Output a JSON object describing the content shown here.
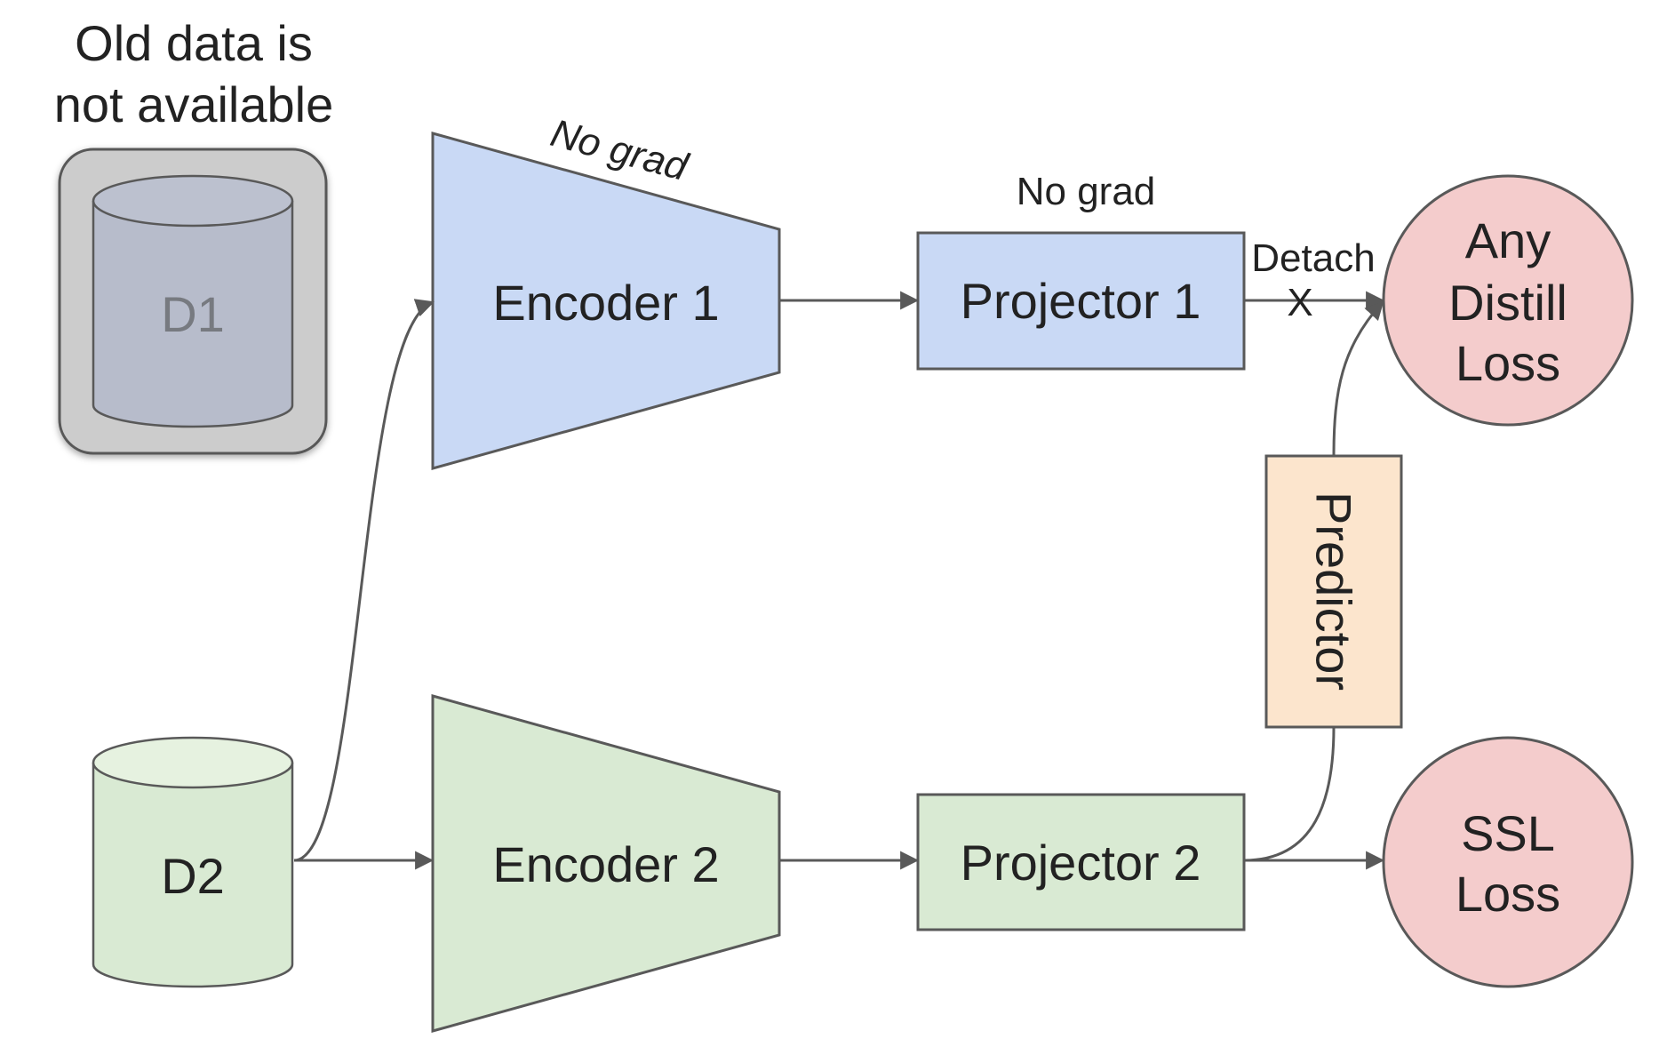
{
  "old_data_note": {
    "line1": "Old data is",
    "line2": "not available"
  },
  "datasets": {
    "d1": "D1",
    "d2": "D2"
  },
  "encoders": {
    "encoder1": "Encoder 1",
    "encoder2": "Encoder 2",
    "encoder1_note": "No grad"
  },
  "projectors": {
    "projector1": "Projector 1",
    "projector2": "Projector 2",
    "projector1_note": "No grad"
  },
  "detach": {
    "label": "Detach",
    "mark": "X"
  },
  "predictor": "Predictor",
  "losses": {
    "distill": {
      "line1": "Any",
      "line2": "Distill",
      "line3": "Loss"
    },
    "ssl": {
      "line1": "SSL",
      "line2": "Loss"
    }
  },
  "colors": {
    "encoder1_fill": "#c9d9f5",
    "encoder2_fill": "#d9ead3",
    "old_data_fill": "#cccccc",
    "old_cylinder_fill": "#b7bccb",
    "predictor_fill": "#fce5cd",
    "loss_fill": "#f4cccc",
    "stroke": "#595959"
  }
}
